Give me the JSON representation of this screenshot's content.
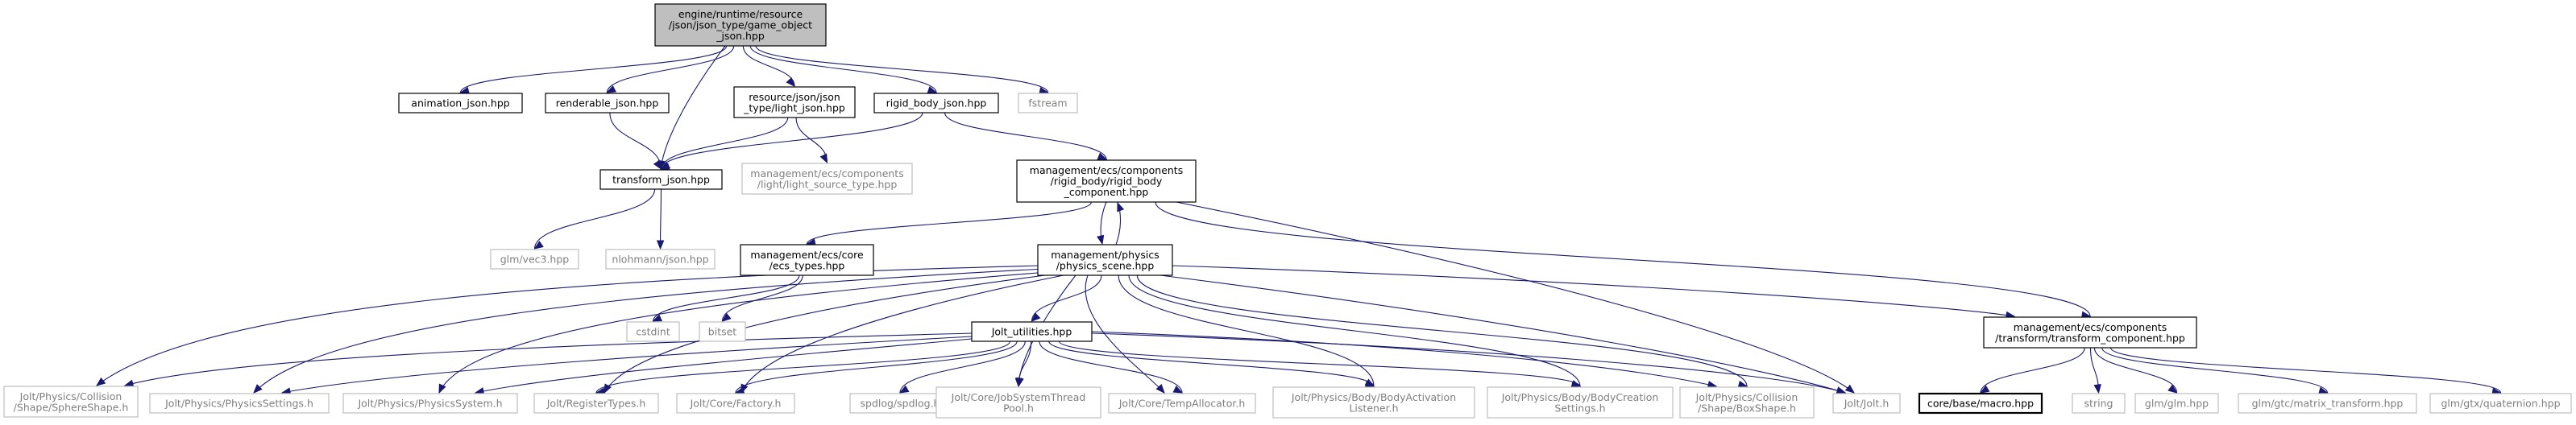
{
  "graph": {
    "nodes": [
      {
        "id": "game_object",
        "lines": [
          "engine/runtime/resource",
          "/json/json_type/game_object",
          "_json.hpp"
        ],
        "kind": "main"
      },
      {
        "id": "animation",
        "lines": [
          "animation_json.hpp"
        ],
        "kind": "linked"
      },
      {
        "id": "renderable",
        "lines": [
          "renderable_json.hpp"
        ],
        "kind": "linked"
      },
      {
        "id": "light_json",
        "lines": [
          "resource/json/json",
          "_type/light_json.hpp"
        ],
        "kind": "linked"
      },
      {
        "id": "rigid_json",
        "lines": [
          "rigid_body_json.hpp"
        ],
        "kind": "linked"
      },
      {
        "id": "fstream",
        "lines": [
          "fstream"
        ],
        "kind": "ext"
      },
      {
        "id": "transform_json",
        "lines": [
          "transform_json.hpp"
        ],
        "kind": "linked"
      },
      {
        "id": "light_source",
        "lines": [
          "management/ecs/components",
          "/light/light_source_type.hpp"
        ],
        "kind": "ext"
      },
      {
        "id": "rigid_comp",
        "lines": [
          "management/ecs/components",
          "/rigid_body/rigid_body",
          "_component.hpp"
        ],
        "kind": "linked"
      },
      {
        "id": "vec3",
        "lines": [
          "glm/vec3.hpp"
        ],
        "kind": "ext"
      },
      {
        "id": "nlohmann",
        "lines": [
          "nlohmann/json.hpp"
        ],
        "kind": "ext"
      },
      {
        "id": "ecs_types",
        "lines": [
          "management/ecs/core",
          "/ecs_types.hpp"
        ],
        "kind": "linked"
      },
      {
        "id": "physics_scene",
        "lines": [
          "management/physics",
          "/physics_scene.hpp"
        ],
        "kind": "linked"
      },
      {
        "id": "cstdint",
        "lines": [
          "cstdint"
        ],
        "kind": "ext"
      },
      {
        "id": "bitset",
        "lines": [
          "bitset"
        ],
        "kind": "ext"
      },
      {
        "id": "jolt_util",
        "lines": [
          "Jolt_utilities.hpp"
        ],
        "kind": "linked"
      },
      {
        "id": "transform_comp",
        "lines": [
          "management/ecs/components",
          "/transform/transform_component.hpp"
        ],
        "kind": "linked"
      },
      {
        "id": "sphere",
        "lines": [
          "Jolt/Physics/Collision",
          "/Shape/SphereShape.h"
        ],
        "kind": "ext"
      },
      {
        "id": "phys_settings",
        "lines": [
          "Jolt/Physics/PhysicsSettings.h"
        ],
        "kind": "ext"
      },
      {
        "id": "phys_system",
        "lines": [
          "Jolt/Physics/PhysicsSystem.h"
        ],
        "kind": "ext"
      },
      {
        "id": "register",
        "lines": [
          "Jolt/RegisterTypes.h"
        ],
        "kind": "ext"
      },
      {
        "id": "factory",
        "lines": [
          "Jolt/Core/Factory.h"
        ],
        "kind": "ext"
      },
      {
        "id": "spdlog",
        "lines": [
          "spdlog/spdlog.h"
        ],
        "kind": "ext"
      },
      {
        "id": "jobsystem",
        "lines": [
          "Jolt/Core/JobSystemThread",
          "Pool.h"
        ],
        "kind": "ext"
      },
      {
        "id": "tempalloc",
        "lines": [
          "Jolt/Core/TempAllocator.h"
        ],
        "kind": "ext"
      },
      {
        "id": "bodyact",
        "lines": [
          "Jolt/Physics/Body/BodyActivation",
          "Listener.h"
        ],
        "kind": "ext"
      },
      {
        "id": "bodycreate",
        "lines": [
          "Jolt/Physics/Body/BodyCreation",
          "Settings.h"
        ],
        "kind": "ext"
      },
      {
        "id": "boxshape",
        "lines": [
          "Jolt/Physics/Collision",
          "/Shape/BoxShape.h"
        ],
        "kind": "ext"
      },
      {
        "id": "jolt_h",
        "lines": [
          "Jolt/Jolt.h"
        ],
        "kind": "ext"
      },
      {
        "id": "macro",
        "lines": [
          "core/base/macro.hpp"
        ],
        "kind": "linked-bold"
      },
      {
        "id": "string",
        "lines": [
          "string"
        ],
        "kind": "ext"
      },
      {
        "id": "glm",
        "lines": [
          "glm/glm.hpp"
        ],
        "kind": "ext"
      },
      {
        "id": "matrix",
        "lines": [
          "glm/gtc/matrix_transform.hpp"
        ],
        "kind": "ext"
      },
      {
        "id": "quat",
        "lines": [
          "glm/gtx/quaternion.hpp"
        ],
        "kind": "ext"
      }
    ],
    "edges": [
      [
        "game_object",
        "animation"
      ],
      [
        "game_object",
        "renderable"
      ],
      [
        "game_object",
        "light_json"
      ],
      [
        "game_object",
        "rigid_json"
      ],
      [
        "game_object",
        "fstream"
      ],
      [
        "game_object",
        "transform_json"
      ],
      [
        "renderable",
        "transform_json"
      ],
      [
        "light_json",
        "transform_json"
      ],
      [
        "light_json",
        "light_source"
      ],
      [
        "rigid_json",
        "transform_json"
      ],
      [
        "rigid_json",
        "rigid_comp"
      ],
      [
        "transform_json",
        "vec3"
      ],
      [
        "transform_json",
        "nlohmann"
      ],
      [
        "rigid_comp",
        "ecs_types"
      ],
      [
        "rigid_comp",
        "physics_scene"
      ],
      [
        "rigid_comp",
        "transform_comp"
      ],
      [
        "rigid_comp",
        "jolt_h"
      ],
      [
        "physics_scene",
        "rigid_comp"
      ],
      [
        "ecs_types",
        "cstdint"
      ],
      [
        "ecs_types",
        "bitset"
      ],
      [
        "physics_scene",
        "jolt_util"
      ],
      [
        "physics_scene",
        "transform_comp"
      ],
      [
        "physics_scene",
        "sphere"
      ],
      [
        "physics_scene",
        "phys_settings"
      ],
      [
        "physics_scene",
        "phys_system"
      ],
      [
        "physics_scene",
        "register"
      ],
      [
        "physics_scene",
        "factory"
      ],
      [
        "physics_scene",
        "jobsystem"
      ],
      [
        "physics_scene",
        "tempalloc"
      ],
      [
        "physics_scene",
        "bodyact"
      ],
      [
        "physics_scene",
        "bodycreate"
      ],
      [
        "physics_scene",
        "boxshape"
      ],
      [
        "physics_scene",
        "jolt_h"
      ],
      [
        "jolt_util",
        "sphere"
      ],
      [
        "jolt_util",
        "phys_settings"
      ],
      [
        "jolt_util",
        "phys_system"
      ],
      [
        "jolt_util",
        "register"
      ],
      [
        "jolt_util",
        "factory"
      ],
      [
        "jolt_util",
        "spdlog"
      ],
      [
        "jolt_util",
        "jobsystem"
      ],
      [
        "jolt_util",
        "tempalloc"
      ],
      [
        "jolt_util",
        "bodyact"
      ],
      [
        "jolt_util",
        "bodycreate"
      ],
      [
        "jolt_util",
        "boxshape"
      ],
      [
        "jolt_util",
        "jolt_h"
      ],
      [
        "transform_comp",
        "macro"
      ],
      [
        "transform_comp",
        "string"
      ],
      [
        "transform_comp",
        "glm"
      ],
      [
        "transform_comp",
        "matrix"
      ],
      [
        "transform_comp",
        "quat"
      ]
    ]
  }
}
